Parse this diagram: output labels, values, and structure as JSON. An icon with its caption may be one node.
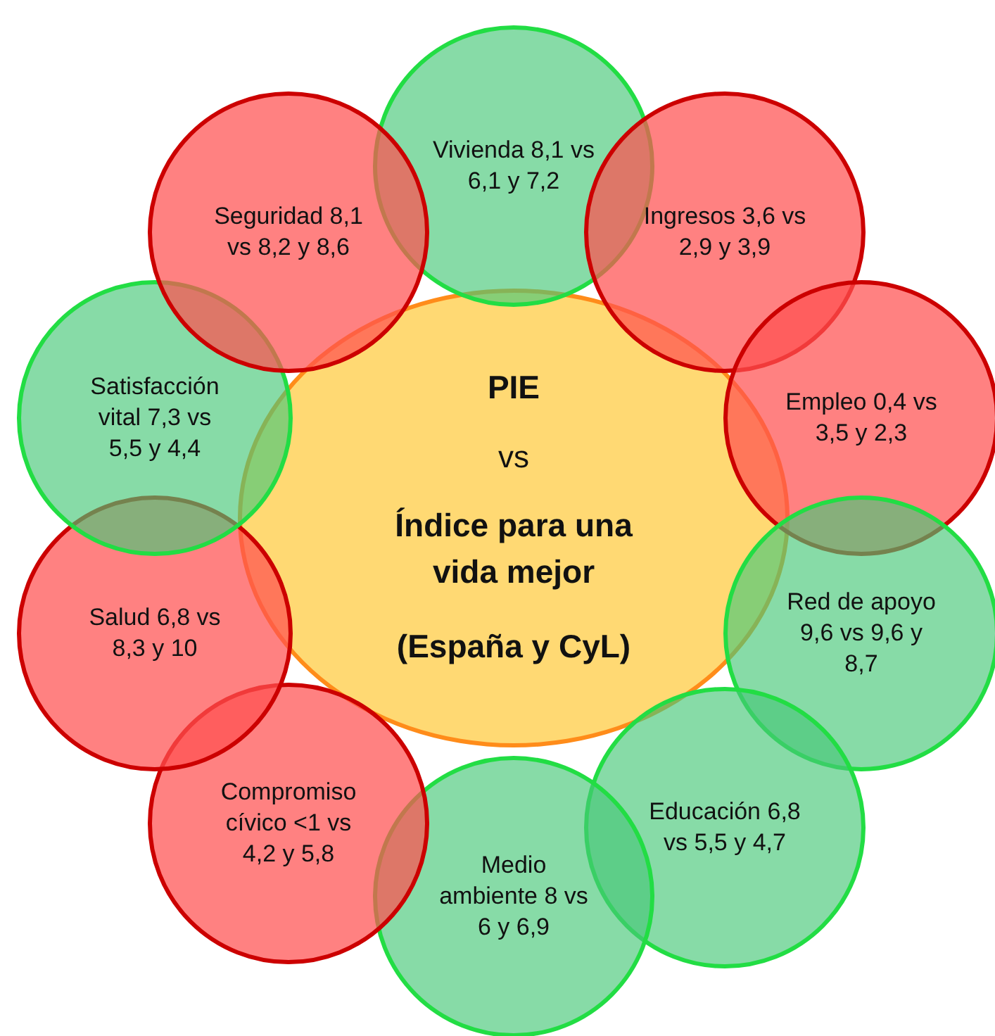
{
  "diagram": {
    "nodes": [
      {
        "text": [
          "PIE",
          "vs",
          "Índice para una vida mejor",
          "(España y CyL)"
        ]
      },
      {
        "text": [
          "Vivienda 8,1 vs 6,1 y 7,2"
        ]
      },
      {
        "text": [
          "Ingresos 3,6 vs 2,9 y 3,9"
        ]
      },
      {
        "text": [
          "Empleo 0,4 vs 3,5 y 2,3"
        ]
      },
      {
        "text": [
          "Red de apoyo 9,6 vs 9,6 y 8,7"
        ]
      },
      {
        "text": [
          "Educación 6,8 vs 5,5 y 4,7"
        ]
      },
      {
        "text": [
          "Medio ambiente 8 vs 6 y 6,9"
        ]
      },
      {
        "text": [
          "Compromiso cívico <1 vs 4,2 y 5,8"
        ]
      },
      {
        "text": [
          "Salud 6,8 vs 8,3 y 10"
        ]
      },
      {
        "text": [
          "Satisfacción vital 7,3 vs 5,5 y 4,4"
        ]
      },
      {
        "text": [
          "Seguridad 8,1 vs 8,2 y 8,6"
        ]
      }
    ]
  }
}
